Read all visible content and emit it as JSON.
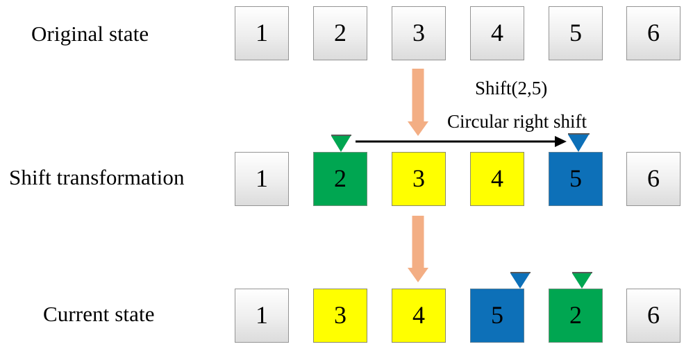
{
  "diagram": {
    "title_rows": [
      {
        "label": "Original state"
      },
      {
        "label": "Shift transformation"
      },
      {
        "label": "Current state"
      }
    ],
    "rows": {
      "original": {
        "label": "Original state",
        "cells": [
          {
            "value": "1",
            "color": "gray"
          },
          {
            "value": "2",
            "color": "gray"
          },
          {
            "value": "3",
            "color": "gray"
          },
          {
            "value": "4",
            "color": "gray"
          },
          {
            "value": "5",
            "color": "gray"
          },
          {
            "value": "6",
            "color": "gray"
          }
        ]
      },
      "transform": {
        "label": "Shift transformation",
        "cells": [
          {
            "value": "1",
            "color": "gray"
          },
          {
            "value": "2",
            "color": "green"
          },
          {
            "value": "3",
            "color": "yellow"
          },
          {
            "value": "4",
            "color": "yellow"
          },
          {
            "value": "5",
            "color": "blue"
          },
          {
            "value": "6",
            "color": "gray"
          }
        ],
        "markers": [
          {
            "index": 1,
            "color": "green"
          },
          {
            "index": 4,
            "color": "blue"
          }
        ]
      },
      "current": {
        "label": "Current state",
        "cells": [
          {
            "value": "1",
            "color": "gray"
          },
          {
            "value": "3",
            "color": "yellow"
          },
          {
            "value": "4",
            "color": "yellow"
          },
          {
            "value": "5",
            "color": "blue"
          },
          {
            "value": "2",
            "color": "green"
          },
          {
            "value": "6",
            "color": "gray"
          }
        ],
        "markers": [
          {
            "index": 3,
            "color": "blue"
          },
          {
            "index": 4,
            "color": "green"
          }
        ]
      }
    },
    "annotations": {
      "operation": "Shift(2,5)",
      "description": "Circular right shift"
    },
    "colors": {
      "green": "#00a651",
      "blue": "#0d70b8",
      "yellow": "#ffff00",
      "orange_arrow": "#f3ae84",
      "gray_box_border": "#949494",
      "text": "#000000"
    }
  }
}
